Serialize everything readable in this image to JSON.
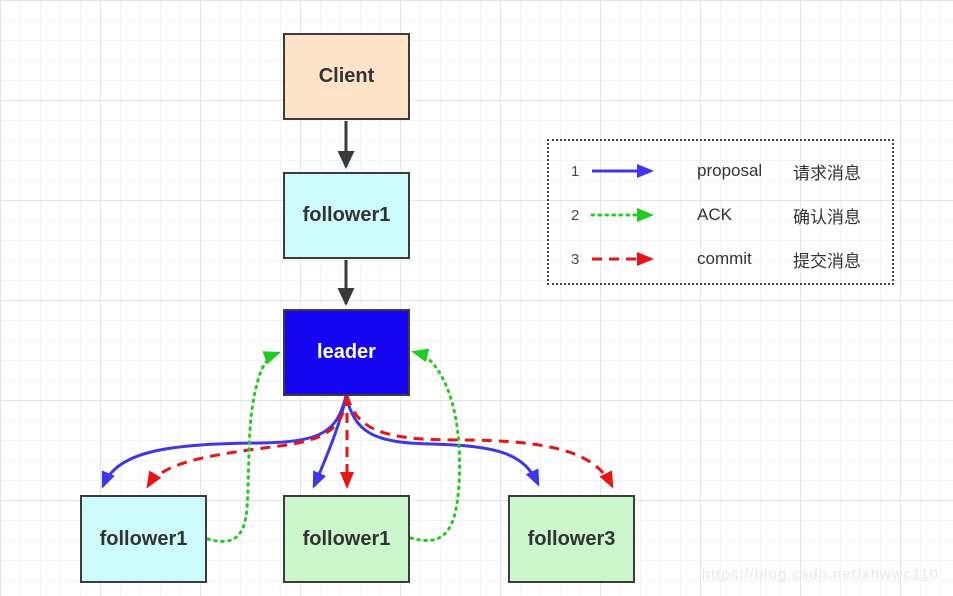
{
  "diagram": {
    "nodes": {
      "client": {
        "label": "Client"
      },
      "follower_top": {
        "label": "follower1"
      },
      "leader": {
        "label": "leader"
      },
      "follower_bottom_left": {
        "label": "follower1"
      },
      "follower_bottom_middle": {
        "label": "follower1"
      },
      "follower_bottom_right": {
        "label": "follower3"
      }
    },
    "edges": [
      {
        "type": "request",
        "from": "Client",
        "to": "follower1"
      },
      {
        "type": "request",
        "from": "follower1",
        "to": "leader"
      },
      {
        "type": "proposal",
        "from": "leader",
        "to": "follower1-bottom-left"
      },
      {
        "type": "proposal",
        "from": "leader",
        "to": "follower1-bottom-middle"
      },
      {
        "type": "proposal",
        "from": "leader",
        "to": "follower3"
      },
      {
        "type": "ack",
        "from": "follower1-bottom-left",
        "to": "leader"
      },
      {
        "type": "ack",
        "from": "follower1-bottom-middle",
        "to": "leader"
      },
      {
        "type": "commit",
        "from": "leader",
        "to": "follower1-bottom-left"
      },
      {
        "type": "commit",
        "from": "leader",
        "to": "follower1-bottom-middle"
      },
      {
        "type": "commit",
        "from": "leader",
        "to": "follower3"
      }
    ]
  },
  "legend": {
    "rows": [
      {
        "num": "1",
        "label": "proposal",
        "label_zh": "请求消息"
      },
      {
        "num": "2",
        "label": "ACK",
        "label_zh": "确认消息"
      },
      {
        "num": "3",
        "label": "commit",
        "label_zh": "提交消息"
      }
    ]
  },
  "watermark": "https://blog.csdn.net/xhwwc110",
  "colors": {
    "client_fill": "#fde3c8",
    "cyan_fill": "#cdfafa",
    "green_fill": "#ccf6cb",
    "leader_fill": "#1505f0",
    "box_border": "#3c3c3c",
    "text_dark": "#333333",
    "proposal_blue": "#3d36ee",
    "ack_green": "#1fcc1f",
    "commit_red": "#e81313",
    "connector_black": "#3a3a3a",
    "legend_border": "#444444",
    "watermark": "#e7e7e7"
  }
}
